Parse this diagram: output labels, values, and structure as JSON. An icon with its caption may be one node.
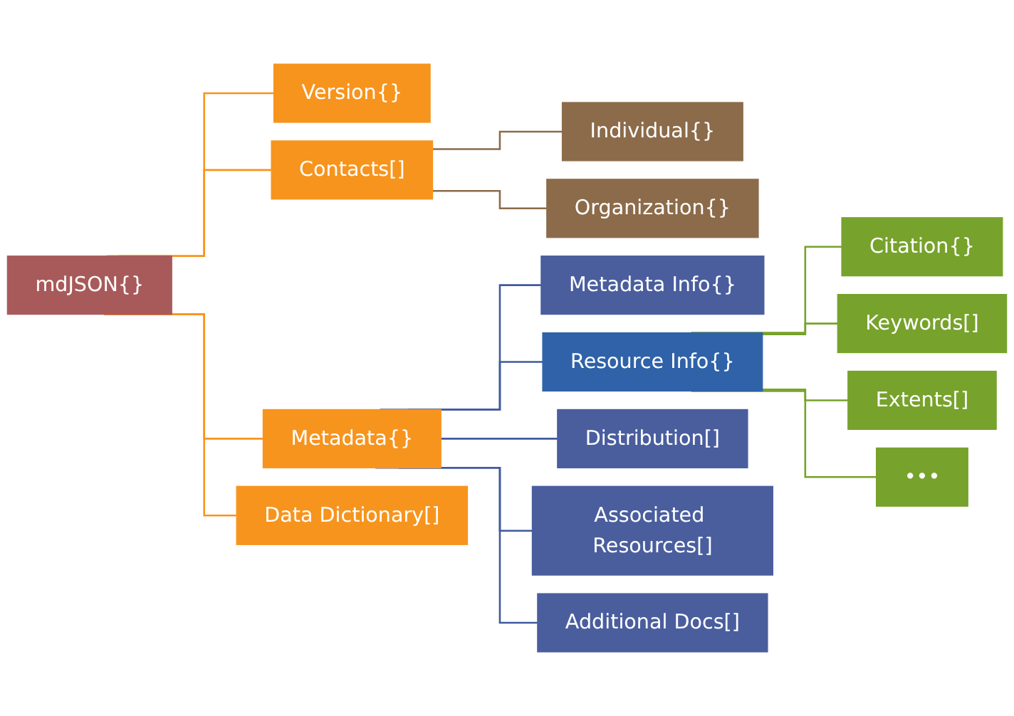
{
  "diagram": {
    "nodes": [
      {
        "text": [
          "mdJSON{}"
        ]
      },
      {
        "text": [
          "Version{}"
        ]
      },
      {
        "text": [
          "Contacts[]"
        ]
      },
      {
        "text": [
          "Individual{}"
        ]
      },
      {
        "text": [
          "Organization{}"
        ]
      },
      {
        "text": [
          "Metadata{}"
        ]
      },
      {
        "text": [
          "Data Dictionary[]"
        ]
      },
      {
        "text": [
          "Metadata Info{}"
        ]
      },
      {
        "text": [
          "Resource Info{}"
        ]
      },
      {
        "text": [
          "Distribution[]"
        ]
      },
      {
        "text": [
          "Associated Resources[]"
        ]
      },
      {
        "text": [
          "Additional Docs[]"
        ]
      },
      {
        "text": [
          "Citation{}"
        ]
      },
      {
        "text": [
          "Keywords[]"
        ]
      },
      {
        "text": [
          "Extents[]"
        ]
      },
      {
        "text": [
          "•••"
        ]
      }
    ],
    "edges": [
      {
        "from": 0,
        "to": 1,
        "arrow": "none",
        "color": "#f7941d"
      },
      {
        "from": 0,
        "to": 2,
        "arrow": "none",
        "color": "#f7941d"
      },
      {
        "from": 0,
        "to": 5,
        "arrow": "none",
        "color": "#f7941d"
      },
      {
        "from": 0,
        "to": 6,
        "arrow": "none",
        "color": "#f7941d"
      },
      {
        "from": 2,
        "to": 3,
        "arrow": "none",
        "color": "#8c6b4a"
      },
      {
        "from": 2,
        "to": 4,
        "arrow": "none",
        "color": "#8c6b4a"
      },
      {
        "from": 5,
        "to": 7,
        "arrow": "none",
        "color": "#3f5a9e"
      },
      {
        "from": 5,
        "to": 8,
        "arrow": "none",
        "color": "#3f5a9e"
      },
      {
        "from": 5,
        "to": 9,
        "arrow": "none",
        "color": "#3f5a9e"
      },
      {
        "from": 5,
        "to": 10,
        "arrow": "none",
        "color": "#3f5a9e"
      },
      {
        "from": 5,
        "to": 11,
        "arrow": "none",
        "color": "#3f5a9e"
      },
      {
        "from": 8,
        "to": 12,
        "arrow": "none",
        "color": "#77a22b"
      },
      {
        "from": 8,
        "to": 13,
        "arrow": "none",
        "color": "#77a22b"
      },
      {
        "from": 8,
        "to": 14,
        "arrow": "none",
        "color": "#77a22b"
      },
      {
        "from": 8,
        "to": 15,
        "arrow": "none",
        "color": "#77a22b"
      }
    ]
  }
}
